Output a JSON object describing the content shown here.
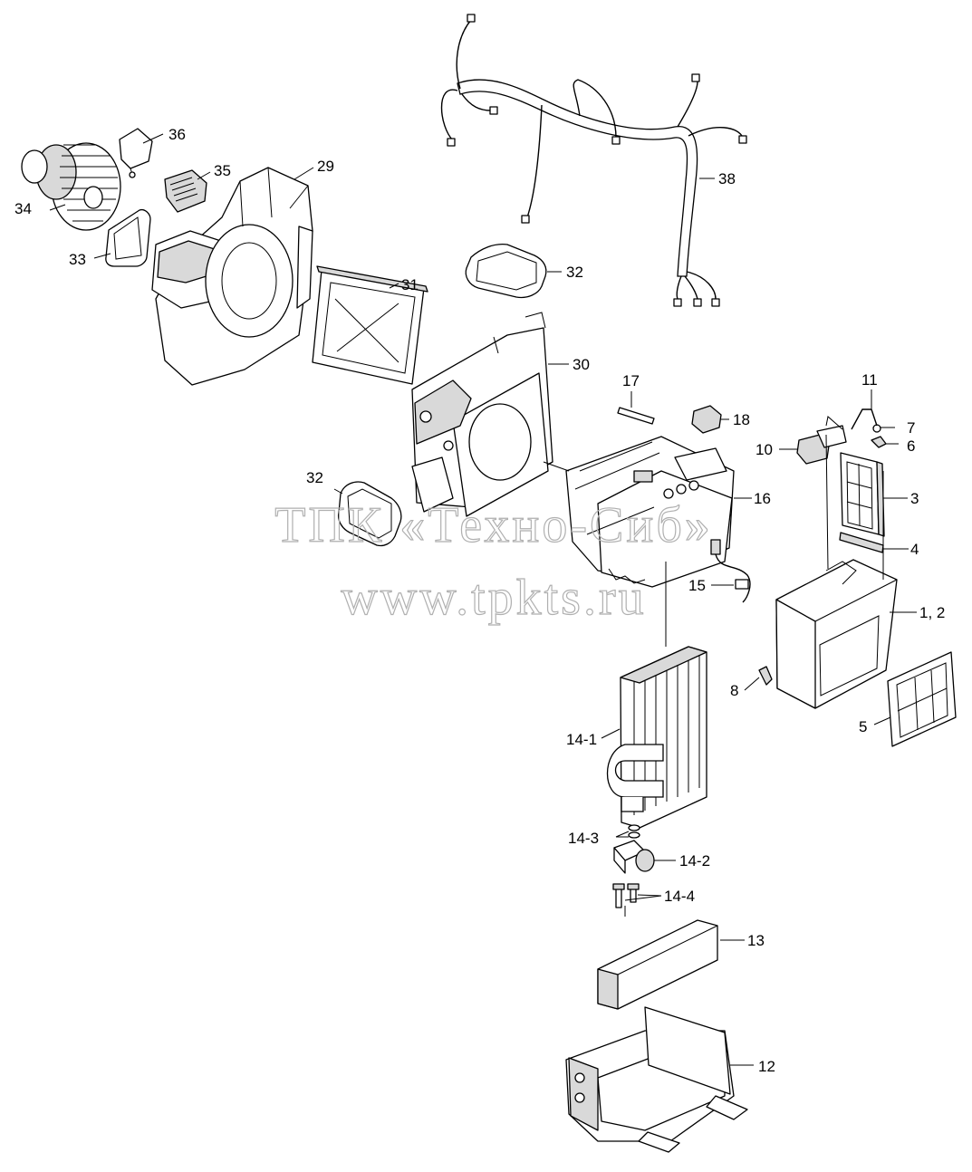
{
  "watermark": {
    "line1": "ТПК «Техно-Сиб»",
    "line2": "www.tpkts.ru"
  },
  "callouts": {
    "c38": "38",
    "c36": "36",
    "c35": "35",
    "c29": "29",
    "c34": "34",
    "c33": "33",
    "c32a": "32",
    "c31": "31",
    "c30": "30",
    "c17": "17",
    "c18": "18",
    "c11": "11",
    "c7": "7",
    "c6": "6",
    "c10": "10",
    "c3": "3",
    "c16": "16",
    "c32b": "32",
    "c4": "4",
    "c15": "15",
    "c12pair": "1, 2",
    "c8": "8",
    "c5": "5",
    "c141": "14-1",
    "c143": "14-3",
    "c142": "14-2",
    "c144": "14-4",
    "c13": "13",
    "c12": "12"
  },
  "colors": {
    "line": "#000000",
    "fill": "#ffffff",
    "watermark": "#b0b0b0"
  }
}
